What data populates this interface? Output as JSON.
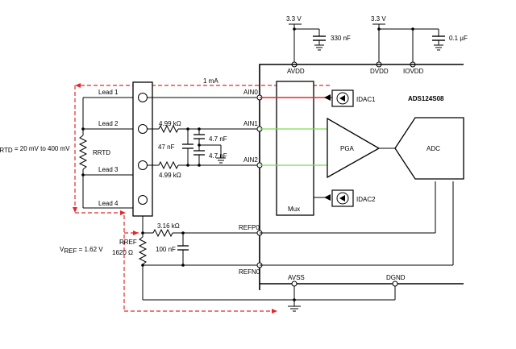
{
  "supply": {
    "v1": "3.3 V",
    "v2": "3.3 V",
    "cap_avdd": "330 nF",
    "cap_iovdd": "0.1 µF",
    "avdd": "AVDD",
    "dvdd": "DVDD",
    "iovdd": "IOVDD"
  },
  "current": "1 mA",
  "leads": [
    "Lead 1",
    "Lead 2",
    "Lead 3",
    "Lead 4"
  ],
  "filter": {
    "r_top": "4.99 kΩ",
    "r_bot": "4.99 kΩ",
    "c_diff": "47 nF",
    "c_top": "4.7 nF",
    "c_bot": "4.7 nF",
    "r_ref": "3.16 kΩ",
    "c_ref": "100 nF"
  },
  "rtd": {
    "label_main": "R",
    "label_sub": "RTD",
    "v_main": "V",
    "v_sub": "RTD",
    "v_value": " = 20 mV to 400 mV"
  },
  "ref": {
    "v_main": "V",
    "v_sub": "REF",
    "v_value": " = 1.62 V",
    "r_main": "R",
    "r_sub": "REF",
    "r_value": "1620 Ω"
  },
  "pins": [
    "AIN0",
    "AIN1",
    "AIN2",
    "REFP0",
    "REFN0",
    "AVSS",
    "DGND"
  ],
  "device": "ADS124S08",
  "blocks": {
    "idac1": "IDAC1",
    "idac2": "IDAC2",
    "pga": "PGA",
    "adc": "ADC",
    "mux": "Mux"
  },
  "colors": {
    "current_path": "#e8262a",
    "ain0_trace": "#e8262a",
    "ain_traces": "#7ed957",
    "wire": "#000000"
  }
}
